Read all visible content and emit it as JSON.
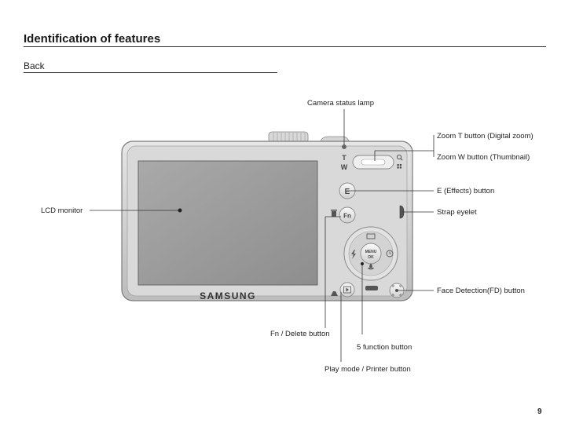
{
  "header": {
    "title": "Identification of features",
    "section": "Back"
  },
  "camera": {
    "brand": "SAMSUNG",
    "zoom_t_mark": "T",
    "zoom_w_mark": "W",
    "e_button_mark": "E",
    "fn_button_mark": "Fn",
    "menu_mark": "MENU",
    "ok_mark": "OK"
  },
  "callouts": {
    "camera_status_lamp": "Camera status lamp",
    "zoom_t": "Zoom T button (Digital zoom)",
    "zoom_w": "Zoom W button (Thumbnail)",
    "e_button": "E (Effects) button",
    "strap_eyelet": "Strap eyelet",
    "lcd_monitor": "LCD monitor",
    "face_detection": "Face Detection(FD) button",
    "fn_delete": "Fn / Delete button",
    "five_function": "5 function button",
    "play_mode": "Play mode / Printer button"
  },
  "footer": {
    "page_number": "9"
  }
}
